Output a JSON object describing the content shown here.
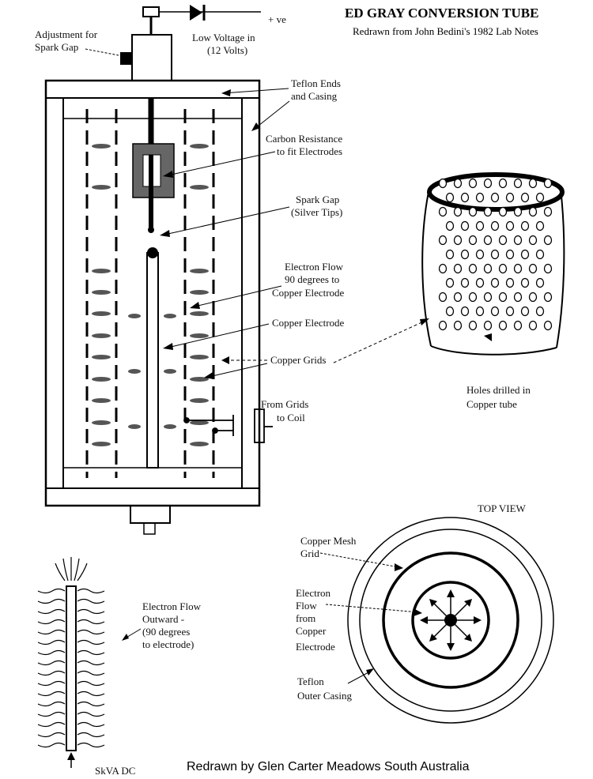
{
  "title": "ED GRAY CONVERSION TUBE",
  "subtitle": "Redrawn from John Bedini's 1982 Lab Notes",
  "credit": "Redrawn by Glen Carter Meadows  South Australia",
  "labels": {
    "positive": "+ ve",
    "low_voltage_1": "Low Voltage in",
    "low_voltage_2": "(12 Volts)",
    "adjust_1": "Adjustment for",
    "adjust_2": "Spark Gap",
    "teflon_1": "Teflon Ends",
    "teflon_2": "and Casing",
    "carbon_1": "Carbon Resistance",
    "carbon_2": "to fit Electrodes",
    "spark_1": "Spark Gap",
    "spark_2": "(Silver Tips)",
    "eflow_1": "Electron Flow",
    "eflow_2": "90 degrees to",
    "eflow_3": "Copper Electrode",
    "copper_electrode": "Copper Electrode",
    "copper_grids": "Copper Grids",
    "from_grids_1": "From Grids",
    "from_grids_2": "to Coil",
    "holes_1": "Holes drilled in",
    "holes_2": "Copper tube",
    "top_view": "TOP VIEW",
    "mesh_1": "Copper Mesh",
    "mesh_2": "Grid",
    "tv_flow_1": "Electron",
    "tv_flow_2": "Flow",
    "tv_flow_3": "from",
    "tv_flow_4": "Copper",
    "tv_flow_5": "Electrode",
    "casing_1": "Teflon",
    "casing_2": "Outer Casing",
    "outward_1": "Electron Flow",
    "outward_2": "Outward  -",
    "outward_3": "(90 degrees",
    "outward_4": "to electrode)",
    "dc": "SkVA DC"
  }
}
